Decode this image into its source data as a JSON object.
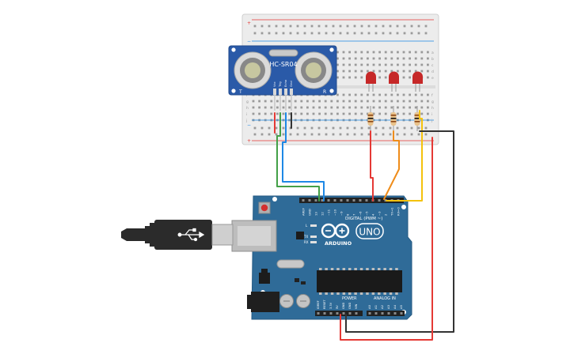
{
  "sensor": {
    "model": "HC-SR04",
    "left_mark": "T",
    "right_mark": "R",
    "pins": [
      "Vcc",
      "Trig",
      "Echo",
      "Gnd"
    ]
  },
  "breadboard": {
    "row_letters_top": [
      "a",
      "b",
      "c",
      "d",
      "e"
    ],
    "row_letters_bottom": [
      "f",
      "g",
      "h",
      "i",
      "j"
    ],
    "plus": "+",
    "minus": "−"
  },
  "arduino": {
    "brand": "ARDUINO",
    "model": "UNO",
    "digital_label": "DIGITAL (PWM ~)",
    "power_label": "POWER",
    "analog_label": "ANALOG IN",
    "led_labels": [
      "L",
      "TX",
      "RX"
    ],
    "digital_pins": [
      "AREF",
      "GND",
      "13",
      "12",
      "~11",
      "~10",
      "~9",
      "8",
      "7",
      "~6",
      "~5",
      "4",
      "~3",
      "2",
      "TX→1",
      "RX←0"
    ],
    "power_pins": [
      "IOREF",
      "RESET",
      "3.3V",
      "5V",
      "GND",
      "GND",
      "VIN"
    ],
    "analog_pins": [
      "A0",
      "A1",
      "A2",
      "A3",
      "A4",
      "A5"
    ]
  },
  "leds": {
    "count": 3,
    "color": "#c62828"
  },
  "wires": {
    "red": "#e53935",
    "black": "#333333",
    "green": "#43a047",
    "blue": "#1e88e5",
    "orange": "#ef8c1a",
    "yellow": "#f4c20d"
  },
  "colors": {
    "board": "#2f6b98",
    "breadboard": "#eeeeee",
    "sensor": "#2a5aa8",
    "cable": "#2b2b2b"
  }
}
